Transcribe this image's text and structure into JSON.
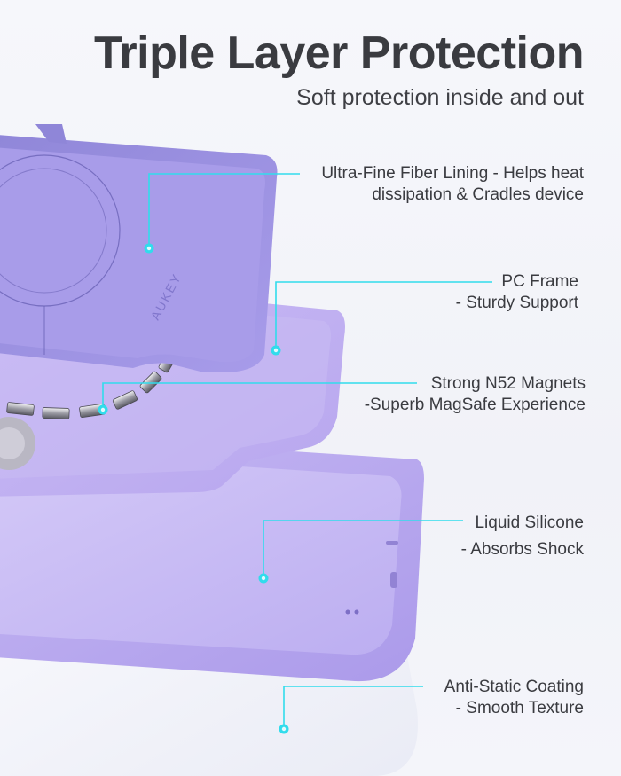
{
  "header": {
    "title": "Triple Layer Protection",
    "subtitle": "Soft protection inside and out"
  },
  "product": {
    "brand_imprint": "AUKEY",
    "case_color": "#b6a6ee",
    "accent_color": "#2ee0ef"
  },
  "callouts": [
    {
      "line1": "Ultra-Fine Fiber Lining - Helps heat",
      "line2": "dissipation & Cradles device"
    },
    {
      "line1": "PC Frame",
      "line2": "- Sturdy Support"
    },
    {
      "line1": "Strong N52 Magnets",
      "line2": "-Superb MagSafe Experience"
    },
    {
      "line1": "Liquid Silicone",
      "line2": "- Absorbs Shock"
    },
    {
      "line1": "Anti-Static Coating",
      "line2": "- Smooth Texture"
    }
  ]
}
